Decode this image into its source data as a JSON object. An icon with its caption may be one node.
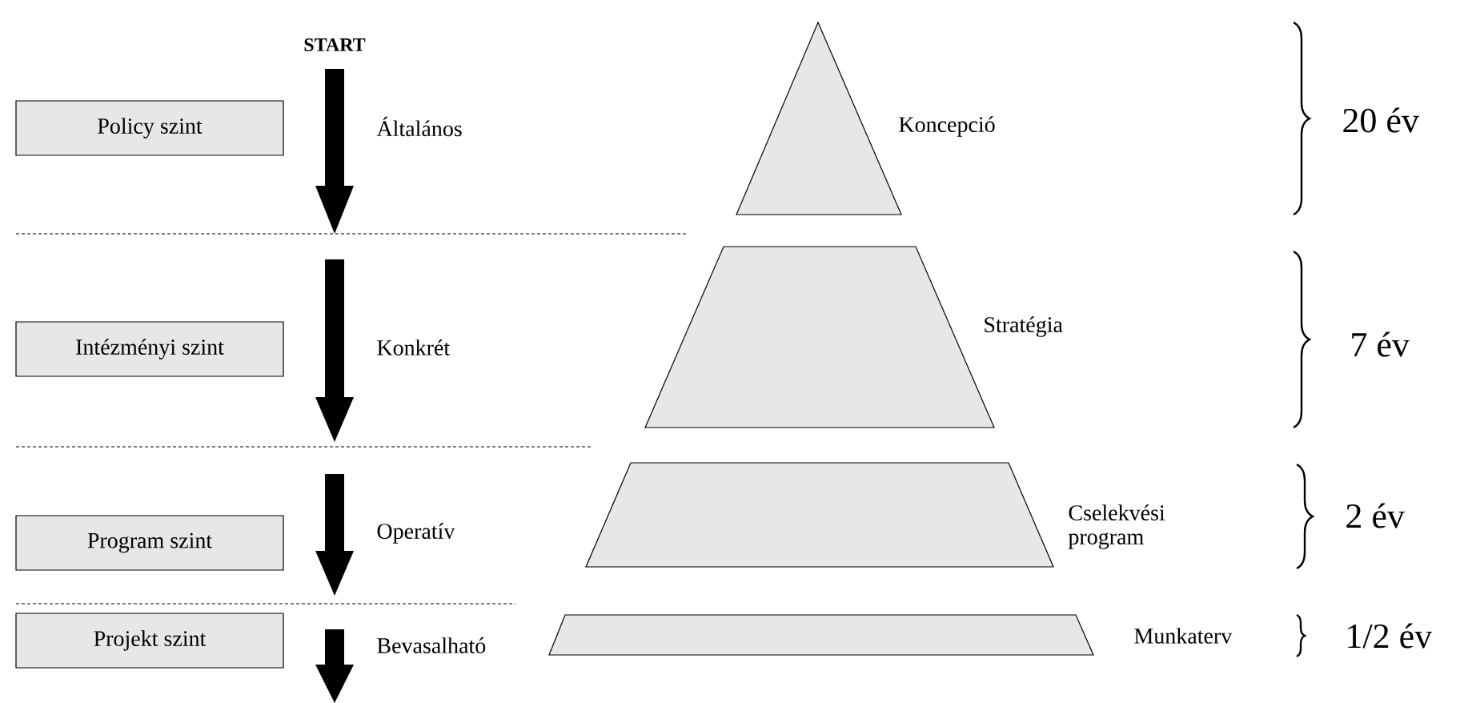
{
  "diagram": {
    "nodes": [
      {
        "text": [
          "Policy szint"
        ]
      },
      {
        "text": [
          "Intézményi szint"
        ]
      },
      {
        "text": [
          "Program szint"
        ]
      },
      {
        "text": [
          "Projekt szint"
        ]
      },
      {
        "text": [],
        "shape": "triangle",
        "beside": [
          "Koncepció"
        ]
      },
      {
        "text": [],
        "shape": "trapezoid",
        "beside": [
          "Stratégia"
        ]
      },
      {
        "text": [],
        "shape": "trapezoid",
        "beside": [
          "Cselekvési program"
        ]
      },
      {
        "text": [],
        "shape": "trapezoid",
        "beside": [
          "Munkaterv"
        ]
      }
    ],
    "labels": [
      "START",
      "Általános",
      "20 év",
      "Konkrét",
      "7 év",
      "Operatív",
      "2 év",
      "Bevasalható",
      "1/2 év"
    ]
  }
}
